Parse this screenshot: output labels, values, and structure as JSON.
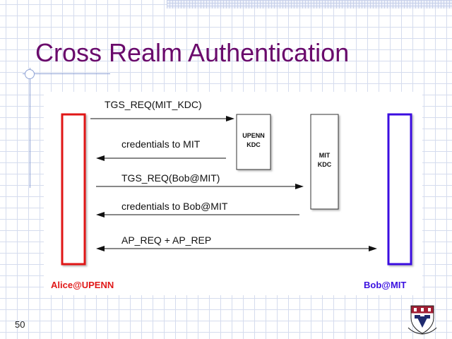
{
  "slide": {
    "title": "Cross Realm Authentication",
    "number": "50"
  },
  "diagram": {
    "kdc_upenn": "UPENN\nKDC",
    "kdc_mit": "MIT\nKDC",
    "alice_label": "Alice@UPENN",
    "bob_label": "Bob@MIT",
    "messages": [
      "TGS_REQ(MIT_KDC)",
      "credentials to MIT",
      "TGS_REQ(Bob@MIT)",
      "credentials to Bob@MIT",
      "AP_REQ + AP_REP"
    ]
  },
  "colors": {
    "title": "#6a0a6b",
    "alice": "#e01818",
    "bob": "#3a10e0"
  },
  "logo": {
    "icon": "university-shield-icon"
  }
}
